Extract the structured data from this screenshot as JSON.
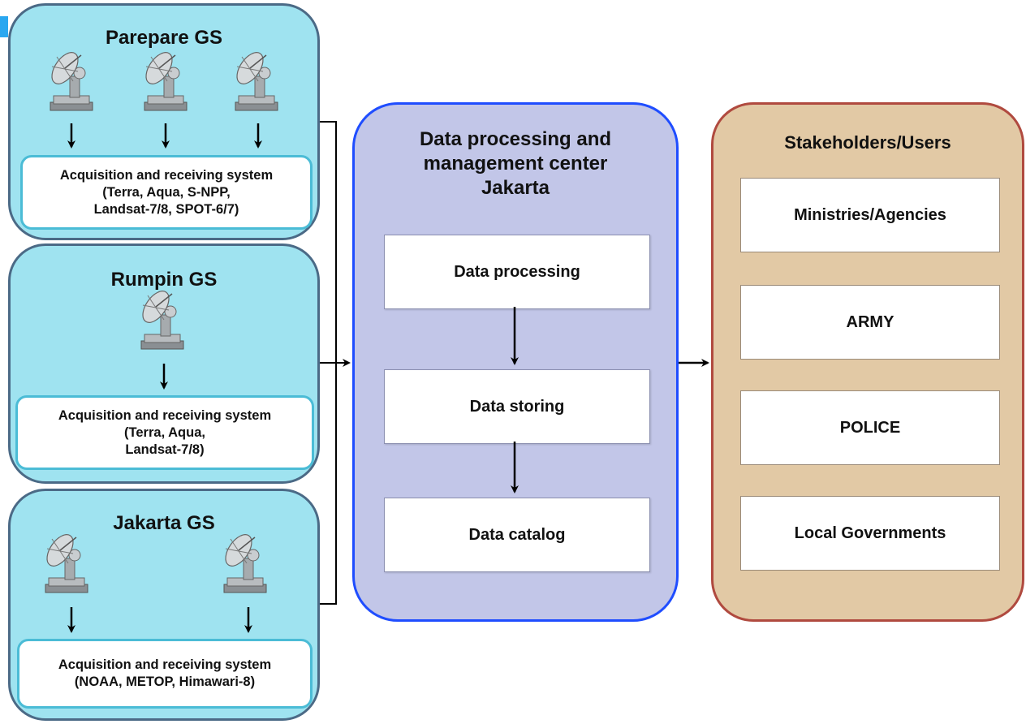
{
  "ground_stations": [
    {
      "title": "Parepare GS",
      "antennas": 3,
      "system_label": "Acquisition and receiving system\n(Terra, Aqua, S-NPP,\nLandsat-7/8, SPOT-6/7)"
    },
    {
      "title": "Rumpin GS",
      "antennas": 1,
      "system_label": "Acquisition and receiving system\n(Terra, Aqua,\nLandsat-7/8)"
    },
    {
      "title": "Jakarta GS",
      "antennas": 2,
      "system_label": "Acquisition and receiving system\n(NOAA, METOP, Himawari-8)"
    }
  ],
  "center": {
    "title": "Data processing and\nmanagement center\nJakarta",
    "steps": [
      "Data processing",
      "Data storing",
      "Data catalog"
    ]
  },
  "users": {
    "title": "Stakeholders/Users",
    "items": [
      "Ministries/Agencies",
      "ARMY",
      "POLICE",
      "Local Governments"
    ]
  },
  "colors": {
    "gs_fill": "#9fe3f0",
    "gs_border": "#4b6a86",
    "acq_border": "#4bbcd6",
    "center_fill": "#c2c6e8",
    "center_border": "#1f4dff",
    "users_fill": "#e2c9a5",
    "users_border": "#b04a3f",
    "corner_accent": "#2aa7f0"
  }
}
